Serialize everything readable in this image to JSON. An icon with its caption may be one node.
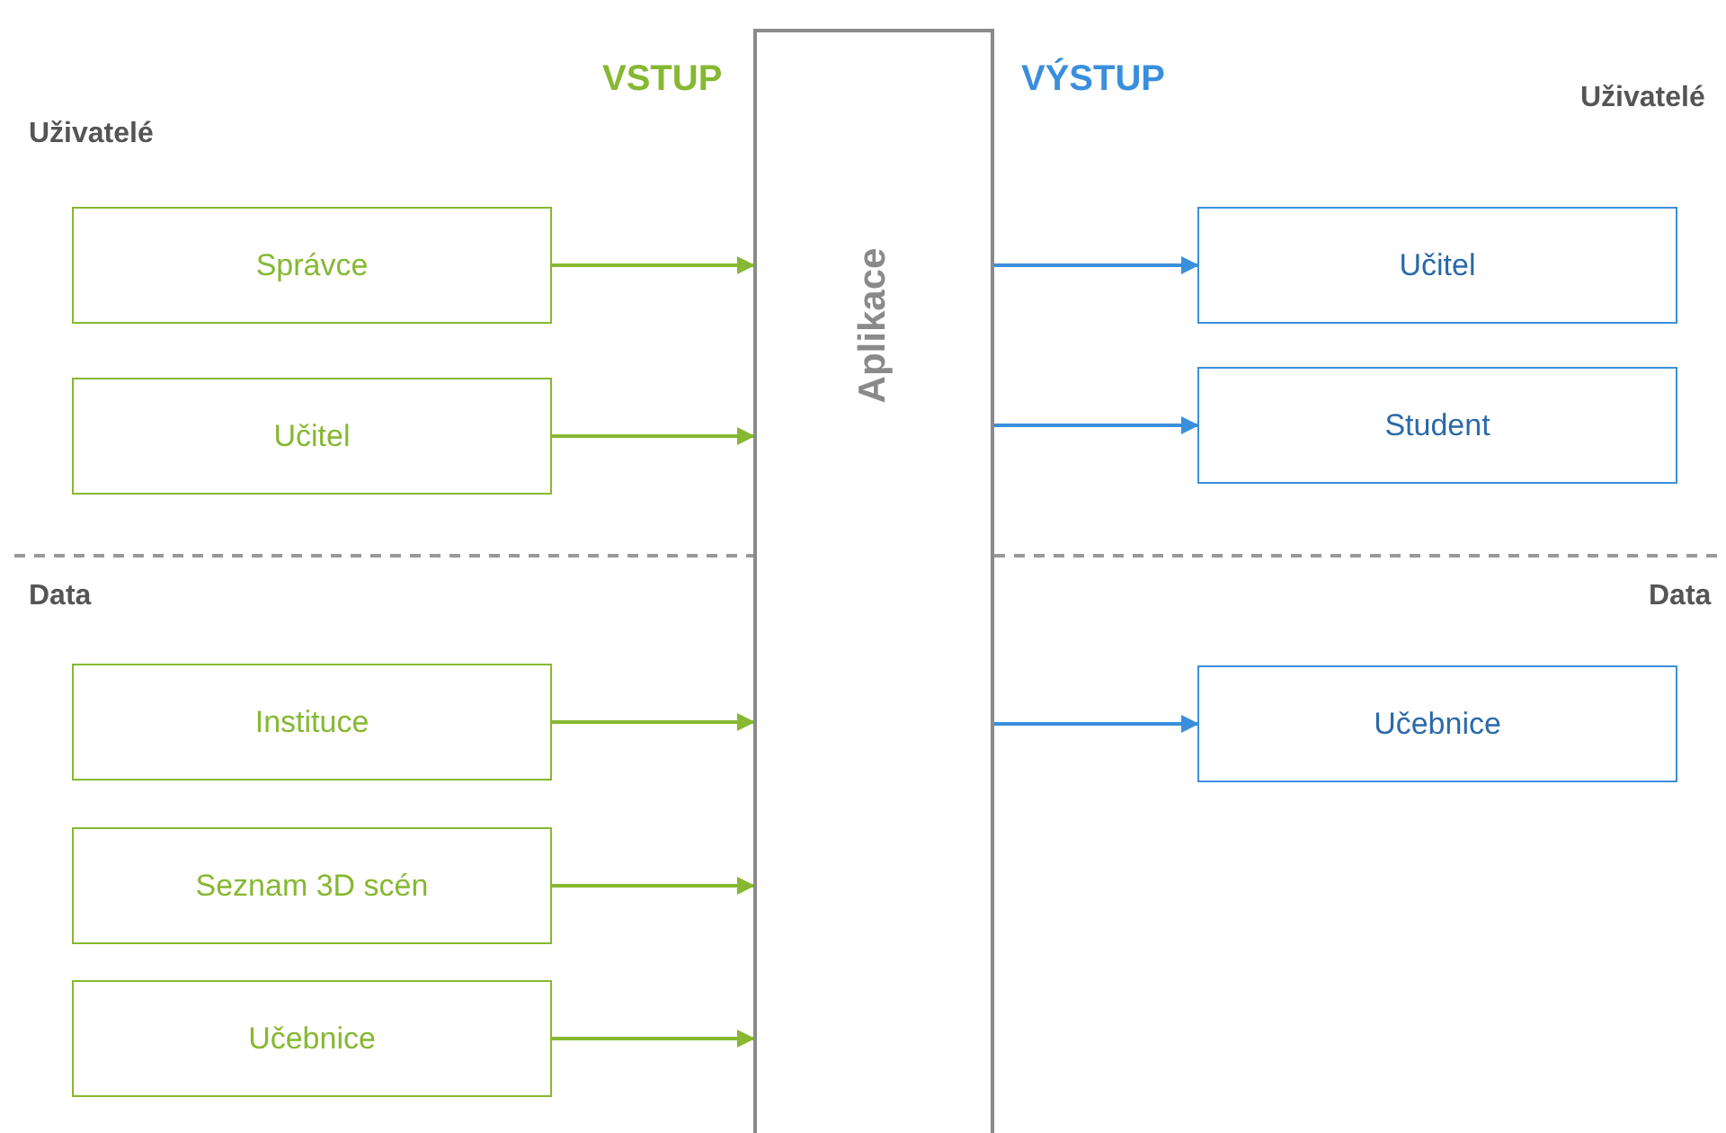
{
  "diagram": {
    "nodes": [
      {
        "text": [
          "Aplikace"
        ]
      },
      {
        "text": [
          "Správce"
        ]
      },
      {
        "text": [
          "Učitel"
        ]
      },
      {
        "text": [
          "Instituce"
        ]
      },
      {
        "text": [
          "Seznam 3D scén"
        ]
      },
      {
        "text": [
          "Učebnice"
        ]
      },
      {
        "text": [
          "Učitel"
        ]
      },
      {
        "text": [
          "Student"
        ]
      },
      {
        "text": [
          "Učebnice"
        ]
      }
    ],
    "edges": [
      {
        "from": 1,
        "to": 0,
        "arrow": "to"
      },
      {
        "from": 2,
        "to": 0,
        "arrow": "to"
      },
      {
        "from": 3,
        "to": 0,
        "arrow": "to"
      },
      {
        "from": 4,
        "to": 0,
        "arrow": "to"
      },
      {
        "from": 5,
        "to": 0,
        "arrow": "to"
      },
      {
        "from": 0,
        "to": 6,
        "arrow": "to",
        "color": "#3a8fdc"
      },
      {
        "from": 0,
        "to": 7,
        "arrow": "to",
        "color": "#3a8fdc"
      },
      {
        "from": 0,
        "to": 8,
        "arrow": "to",
        "color": "#3a8fdc"
      }
    ],
    "labels": [
      "VSTUP",
      "VÝSTUP",
      "Uživatelé",
      "Uživatelé",
      "Data",
      "Data"
    ]
  }
}
